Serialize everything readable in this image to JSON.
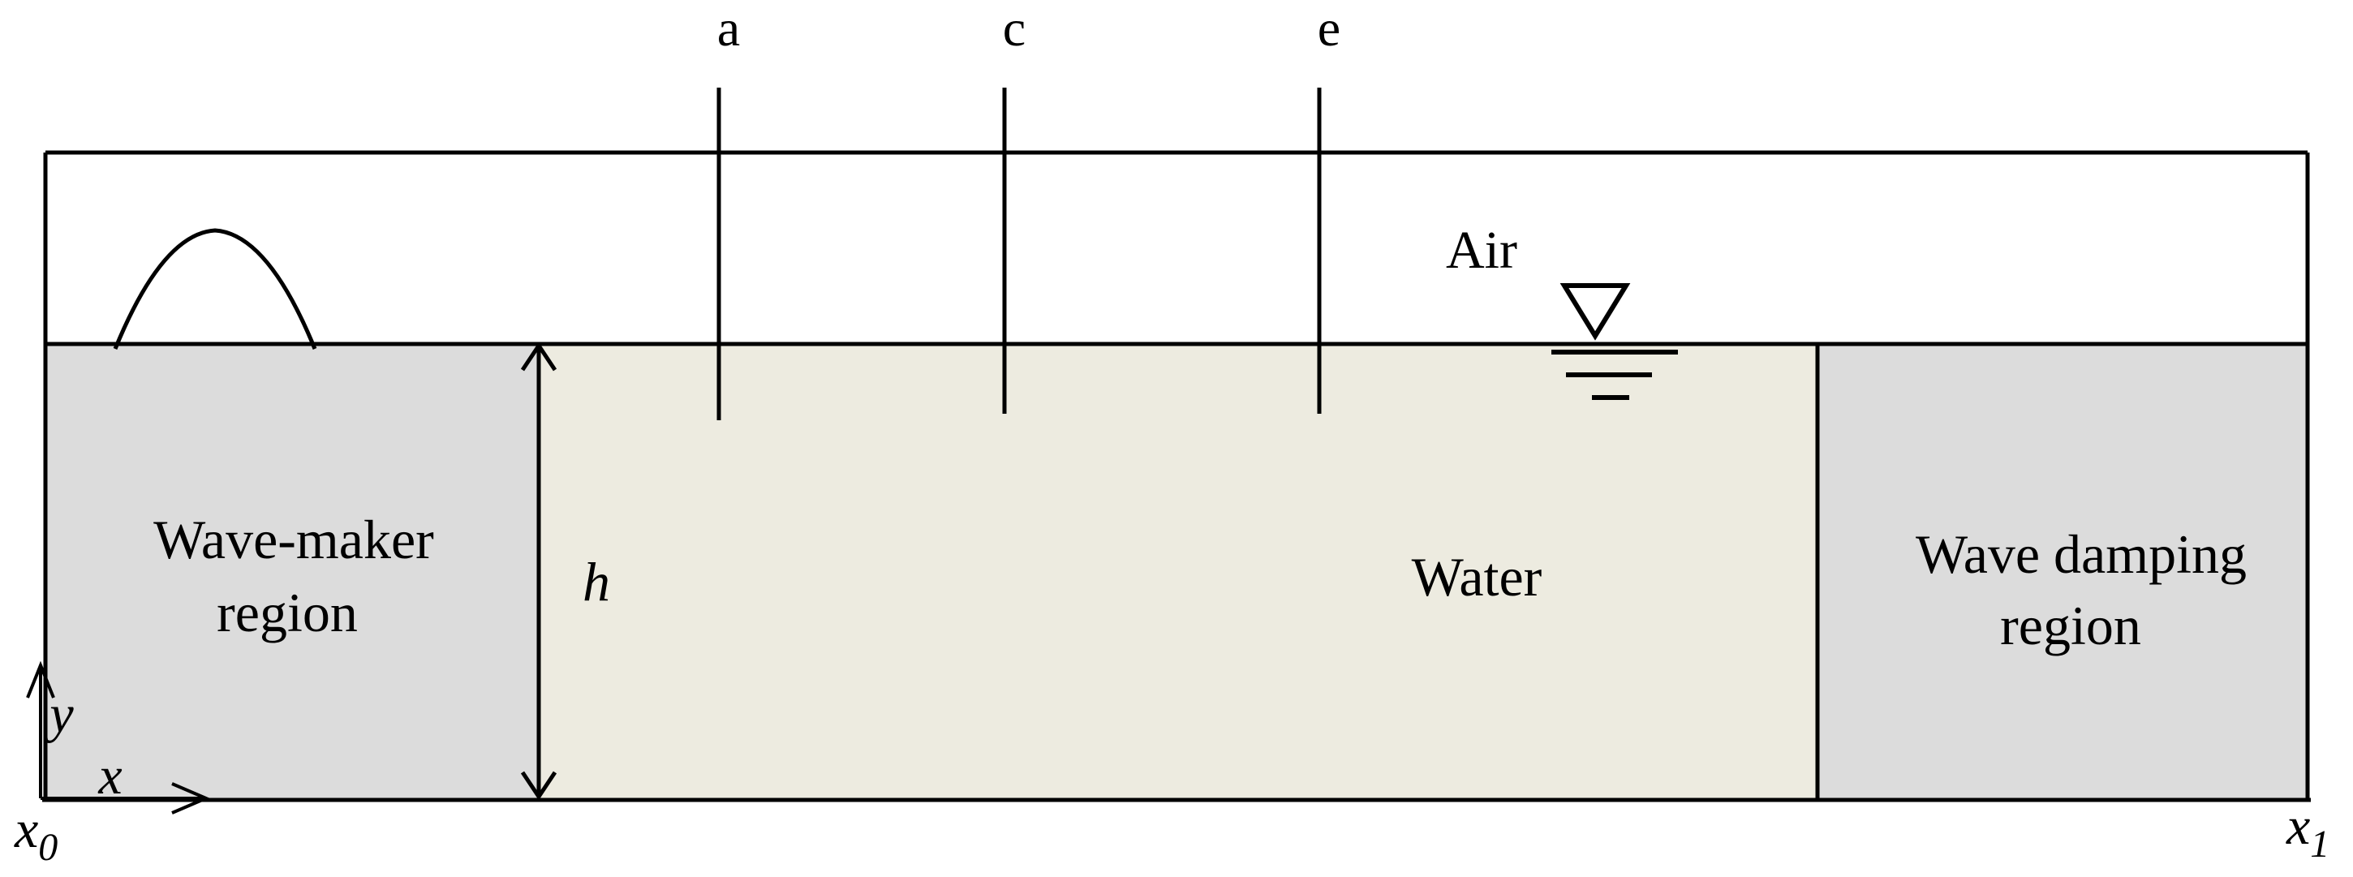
{
  "colors": {
    "background": "#ffffff",
    "water": "#edebe0",
    "region_gray": "#dcdcdc",
    "stroke": "#000000"
  },
  "labels": {
    "probes": [
      "a",
      "c",
      "e"
    ],
    "air": "Air",
    "water": "Water",
    "depth": "h",
    "wave_maker": [
      "Wave-maker",
      "region"
    ],
    "wave_damping": [
      "Wave damping",
      "region"
    ],
    "axis_y": "y",
    "axis_x": "x",
    "x0_main": "x",
    "x0_sub": "0",
    "x1_main": "x",
    "x1_sub": "1"
  },
  "icons": {
    "free_surface": "water-level-symbol",
    "wave_profile": "wave-crest-icon"
  }
}
